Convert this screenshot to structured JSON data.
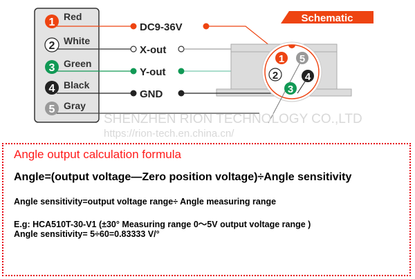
{
  "wires": [
    {
      "num": "1",
      "color_name": "Red",
      "signal": "DC9-36V",
      "color": "#ee4411"
    },
    {
      "num": "2",
      "color_name": "White",
      "signal": "X-out",
      "color": "#ffffff"
    },
    {
      "num": "3",
      "color_name": "Green",
      "signal": "Y-out",
      "color": "#119955"
    },
    {
      "num": "4",
      "color_name": "Black",
      "signal": "GND",
      "color": "#222222"
    },
    {
      "num": "5",
      "color_name": "Gray",
      "signal": "",
      "color": "#999999"
    }
  ],
  "schematic_label": "Schematic",
  "watermark": {
    "company": "SHENZHEN RION TECHNOLOGY CO.,LTD",
    "url": "https://rion-tech.en.china.cn/"
  },
  "formula": {
    "title": "Angle output calculation formula",
    "main": "Angle=(output voltage—Zero position voltage)÷Angle sensitivity",
    "sensitivity": "Angle sensitivity=output voltage range÷ Angle measuring range",
    "example": "E.g: HCA510T-30-V1 (±30° Measuring range 0～5V output voltage range )",
    "example_result": "Angle sensitivity= 5÷60=0.83333 V/°"
  },
  "colors": {
    "accent": "#ee4411",
    "box_border": "#e60012",
    "title_red": "#ff1a1a"
  }
}
